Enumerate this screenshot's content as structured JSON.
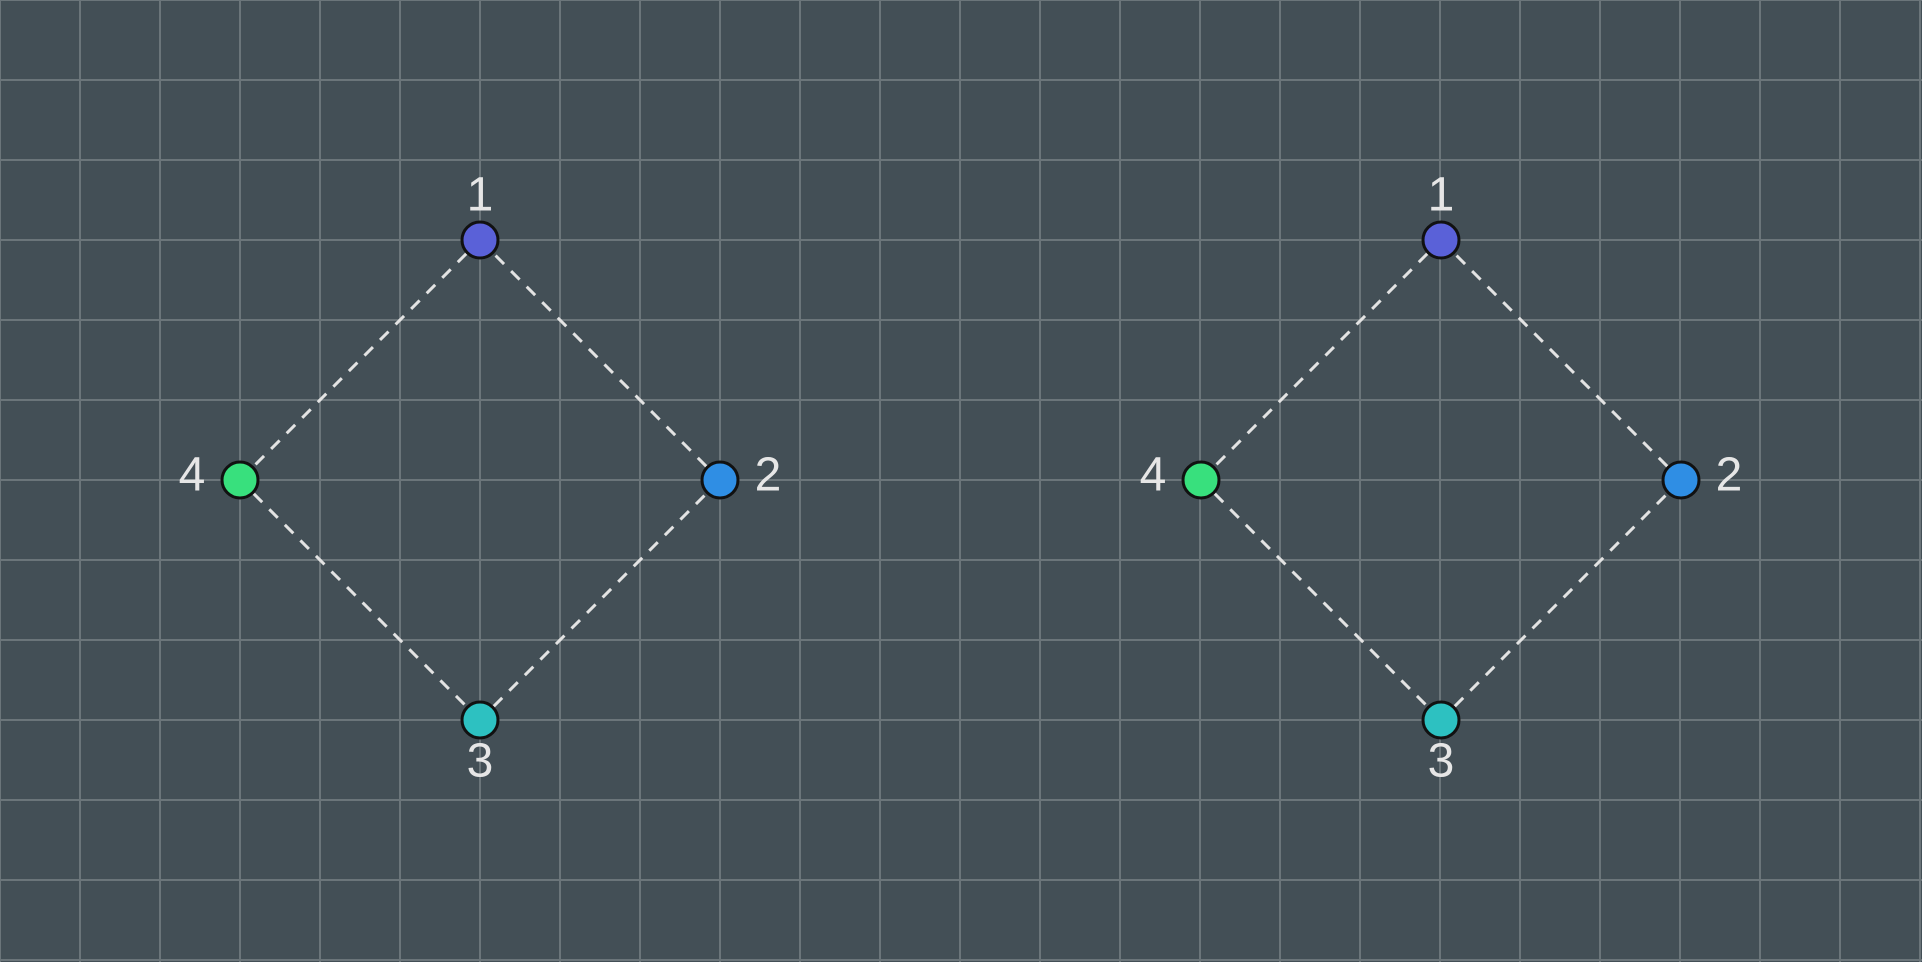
{
  "colors": {
    "background": "#434f56",
    "grid": "#6b757a",
    "edge": "#e3e3e3",
    "node_outline": "#111111",
    "label": "#e6e6e6"
  },
  "diagrams": [
    {
      "nodes": [
        {
          "id": "1",
          "label": "1",
          "color": "#5a61d8"
        },
        {
          "id": "2",
          "label": "2",
          "color": "#2f8ee4"
        },
        {
          "id": "3",
          "label": "3",
          "color": "#2dc1c1"
        },
        {
          "id": "4",
          "label": "4",
          "color": "#38e07d"
        }
      ],
      "edges": [
        {
          "from": "1",
          "to": "2",
          "style": "dashed"
        },
        {
          "from": "2",
          "to": "3",
          "style": "dashed"
        },
        {
          "from": "3",
          "to": "4",
          "style": "dashed"
        },
        {
          "from": "4",
          "to": "1",
          "style": "dashed"
        }
      ]
    },
    {
      "nodes": [
        {
          "id": "1",
          "label": "1",
          "color": "#5a61d8"
        },
        {
          "id": "2",
          "label": "2",
          "color": "#2f8ee4"
        },
        {
          "id": "3",
          "label": "3",
          "color": "#2dc1c1"
        },
        {
          "id": "4",
          "label": "4",
          "color": "#38e07d"
        }
      ],
      "edges": [
        {
          "from": "1",
          "to": "2",
          "style": "dashed"
        },
        {
          "from": "2",
          "to": "3",
          "style": "dashed"
        },
        {
          "from": "3",
          "to": "4",
          "style": "dashed"
        },
        {
          "from": "4",
          "to": "1",
          "style": "dashed"
        }
      ]
    }
  ]
}
